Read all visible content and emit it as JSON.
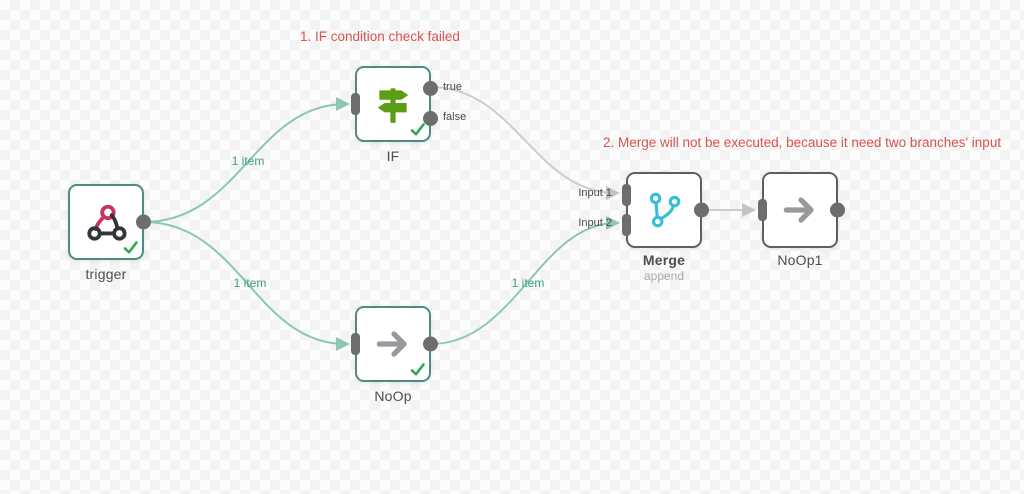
{
  "app": "workflow-canvas",
  "annotations": [
    "1. IF condition check failed",
    "2. Merge will not be executed, because it need two branches' input"
  ],
  "edge_labels": [
    "1 item",
    "1 item",
    "1 item"
  ],
  "nodes": [
    {
      "label": "trigger",
      "icon": "webhook-icon",
      "status": "success"
    },
    {
      "label": "IF",
      "icon": "signpost-icon",
      "status": "success",
      "outputs": [
        "true",
        "false"
      ]
    },
    {
      "label": "NoOp",
      "icon": "arrow-right-icon",
      "status": "success"
    },
    {
      "label": "Merge",
      "subtitle": "append",
      "icon": "merge-branch-icon",
      "status": "pending",
      "inputs": [
        "Input 1",
        "Input 2"
      ]
    },
    {
      "label": "NoOp1",
      "icon": "arrow-right-icon",
      "status": "pending"
    }
  ],
  "colors": {
    "success_border": "#4d8c83",
    "pending_border": "#5f5f5f",
    "connection_active": "#8cc7b2",
    "connection_inactive": "#cdcdcd",
    "edge_label_text": "#3f9e80",
    "annotation_text": "#d9534f",
    "port": "#6d6d6d",
    "check_green": "#2fa952",
    "if_icon_green": "#5d9c15",
    "merge_icon_cyan": "#35bfd9",
    "webhook_pink": "#c9335f",
    "webhook_dark": "#33333e",
    "noop_icon_gray": "#98989d"
  }
}
